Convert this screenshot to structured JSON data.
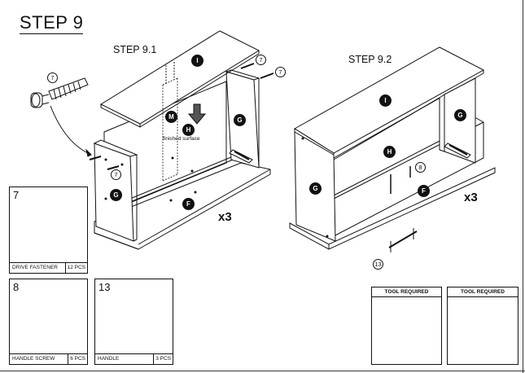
{
  "step": {
    "title": "STEP 9"
  },
  "substeps": {
    "a": "STEP 9.1",
    "b": "STEP 9.2"
  },
  "counts": {
    "a": "x3",
    "b": "x3"
  },
  "panel_labels": {
    "I1": "I",
    "M": "M",
    "H1": "H",
    "G1": "G",
    "G2": "G",
    "F1": "F",
    "I2": "I",
    "G3": "G",
    "H2": "H",
    "G4": "G",
    "F2": "F"
  },
  "annotations": {
    "finished_surface": "finished surface"
  },
  "callouts": {
    "c1": "7",
    "c2": "7",
    "c3": "7",
    "c4": "7",
    "c5": "8",
    "c6": "13"
  },
  "parts": [
    {
      "number": "7",
      "name": "DRIVE FASTENER",
      "qty": "12 PCS"
    },
    {
      "number": "8",
      "name": "HANDLE SCREW",
      "qty": "6 PCS"
    },
    {
      "number": "13",
      "name": "HANDLE",
      "qty": "3 PCS"
    }
  ],
  "tools": [
    {
      "header": "TOOL REQUIRED",
      "icon": "screwdriver-icon"
    },
    {
      "header": "TOOL REQUIRED",
      "icon": "hammer-icon"
    }
  ]
}
